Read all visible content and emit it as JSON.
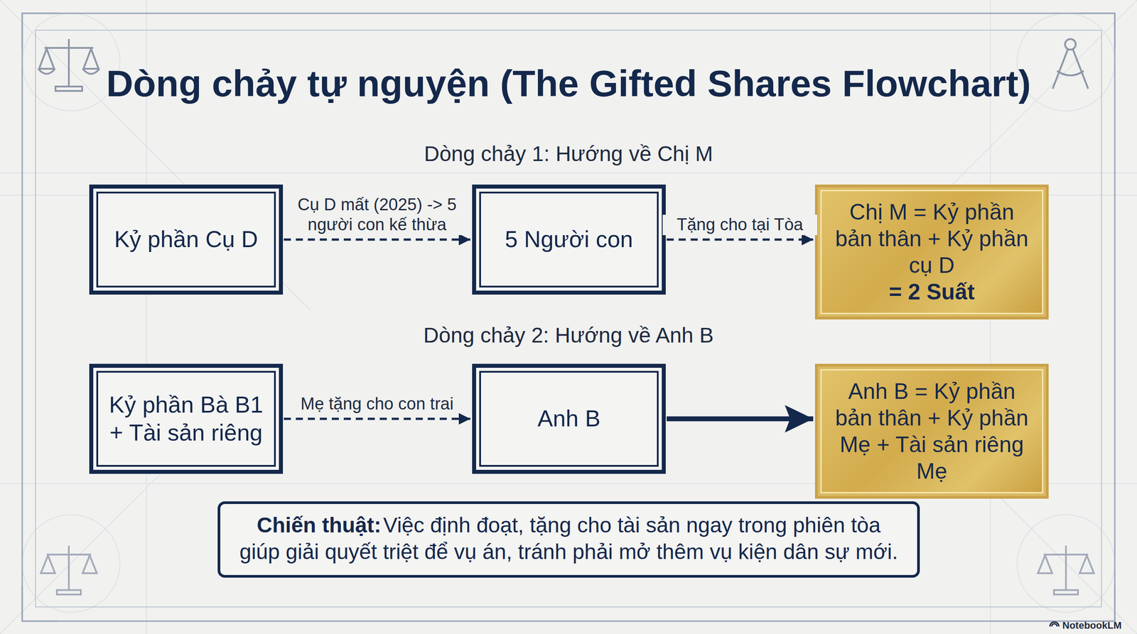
{
  "diagram": {
    "title": "Dòng chảy tự nguyện (The Gifted Shares Flowchart)",
    "nodes": [
      {
        "text": [
          "Kỷ phần Cụ D"
        ]
      },
      {
        "text": [
          "5 Người con"
        ]
      },
      {
        "text": [
          "Chị M = Kỷ phần bản thân + Kỷ phần cụ D",
          "= 2 Suất"
        ]
      },
      {
        "text": [
          "Kỷ phần Bà B1 + Tài sản riêng"
        ]
      },
      {
        "text": [
          "Anh B"
        ]
      },
      {
        "text": [
          "Anh B = Kỷ phần bản thân + Kỷ phần Mẹ + Tài sản riêng Mẹ"
        ]
      },
      {
        "text": [
          "Chiến thuật:",
          "Việc định đoạt, tặng cho tài sản ngay trong phiên tòa giúp giải quyết triệt để vụ án, tránh phải mở thêm vụ kiện dân sự mới."
        ]
      }
    ],
    "edges": [
      {
        "from": 0,
        "to": 1,
        "label": "Cụ D mất (2025) -> 5 người con kế thừa",
        "arrow": "to"
      },
      {
        "from": 1,
        "to": 2,
        "label": "Tặng cho tại Tòa",
        "arrow": "to"
      },
      {
        "from": 3,
        "to": 4,
        "label": "Mẹ tặng cho con trai",
        "arrow": "to"
      },
      {
        "from": 4,
        "to": 5,
        "arrow": "to"
      }
    ],
    "labels": [
      "Dòng chảy 1: Hướng về Chị M",
      "Dòng chảy 2: Hướng về Anh B",
      "NotebookLM"
    ]
  }
}
